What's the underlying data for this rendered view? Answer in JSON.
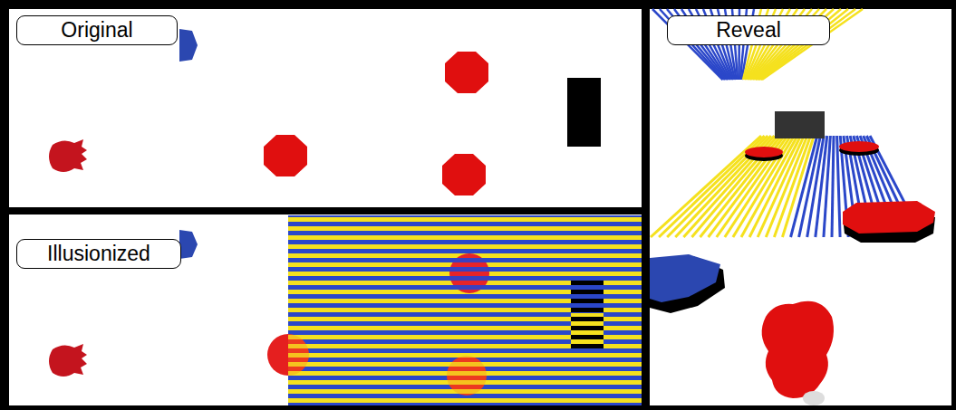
{
  "diagram": {
    "nodes": [
      {
        "text": [
          "Original"
        ]
      },
      {
        "text": [
          "Illusionized"
        ]
      },
      {
        "text": [
          "Reveal"
        ]
      }
    ]
  }
}
